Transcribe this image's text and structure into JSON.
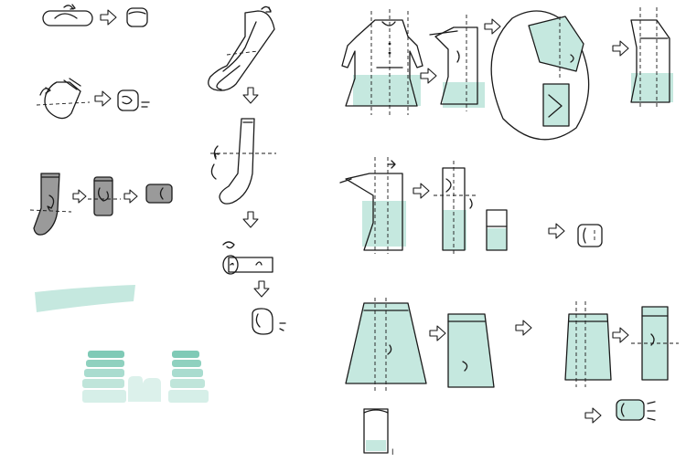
{
  "colors": {
    "ink": "#1a1a1a",
    "mint_light": "#c5e8df",
    "mint_medium": "#a9dccf",
    "mint_dark": "#7fcab6",
    "sock_grey": "#9a9a9a",
    "background": "#ffffff"
  },
  "step_marks": {
    "skirt_final_roman_numeral": "I"
  },
  "illustrations": [
    "sock-roll-sequence",
    "ankle-sock-roll-sequence",
    "grey-sock-fold-sequence",
    "long-sock-fold-sequence",
    "dress-fold-sequence",
    "skirt-fold-sequence",
    "mint-brush-stroke",
    "stacked-drawer-rolls"
  ]
}
